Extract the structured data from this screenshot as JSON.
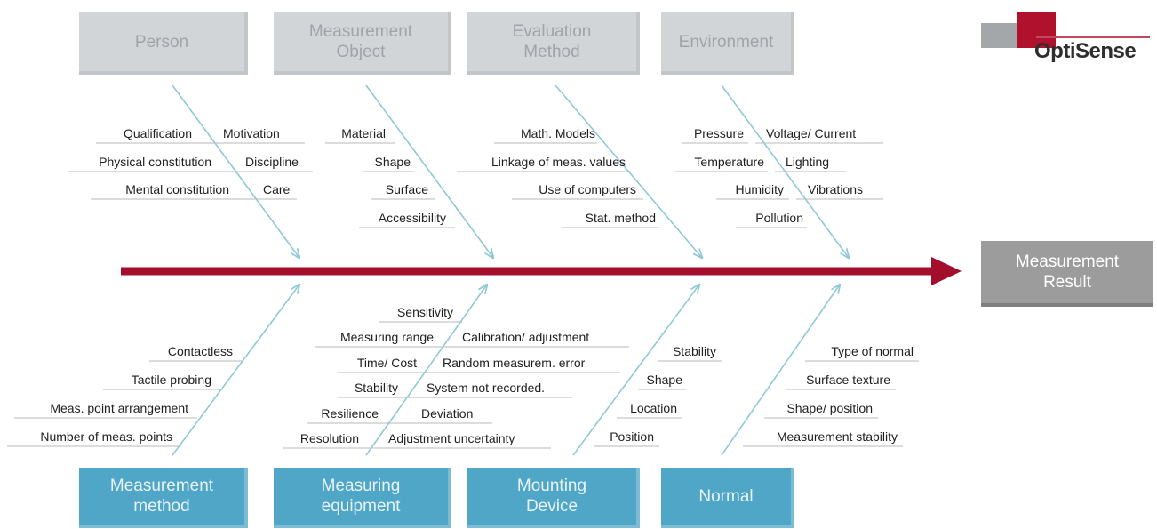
{
  "brand": {
    "logo_text": "OptiSense",
    "accent": "#a5102b",
    "gray": "#a4a7aa"
  },
  "colors": {
    "spine": "#a30e2c",
    "top_box": "#d2d5d8",
    "bottom_box": "#4fa6c7",
    "bone": "#8ec9d5",
    "result_box": "#9c9c9c"
  },
  "diagram": {
    "effect": "Measurement\nResult",
    "top_categories": [
      {
        "name": "Person",
        "causes": [
          "Qualification",
          "Physical constitution",
          "Mental constitution",
          "Motivation",
          "Discipline",
          "Care"
        ]
      },
      {
        "name": "Measurement\nObject",
        "causes": [
          "Material",
          "Shape",
          "Surface",
          "Accessibility"
        ]
      },
      {
        "name": "Evaluation\nMethod",
        "causes": [
          "Math. Models",
          "Linkage of meas. values",
          "Use of computers",
          "Stat. method"
        ]
      },
      {
        "name": "Environment",
        "causes": [
          "Pressure",
          "Temperature",
          "Humidity",
          "Pollution",
          "Voltage/ Current",
          "Lighting",
          "Vibrations"
        ]
      }
    ],
    "bottom_categories": [
      {
        "name": "Measurement\nmethod",
        "causes": [
          "Contactless",
          "Tactile probing",
          "Meas. point arrangement",
          "Number of meas. points"
        ]
      },
      {
        "name": "Measuring\nequipment",
        "causes": [
          "Sensitivity",
          "Measuring range",
          "Time/ Cost",
          "Stability",
          "Resilience",
          "Resolution",
          "Calibration/ adjustment",
          "Random measurem. error",
          "System not recorded.",
          "Deviation",
          "Adjustment uncertainty"
        ]
      },
      {
        "name": "Mounting\nDevice",
        "causes": [
          "Stability",
          "Shape",
          "Location",
          "Position"
        ]
      },
      {
        "name": "Normal",
        "causes": [
          "Type of normal",
          "Surface texture",
          "Shape/ position",
          "Measurement stability"
        ]
      }
    ]
  }
}
